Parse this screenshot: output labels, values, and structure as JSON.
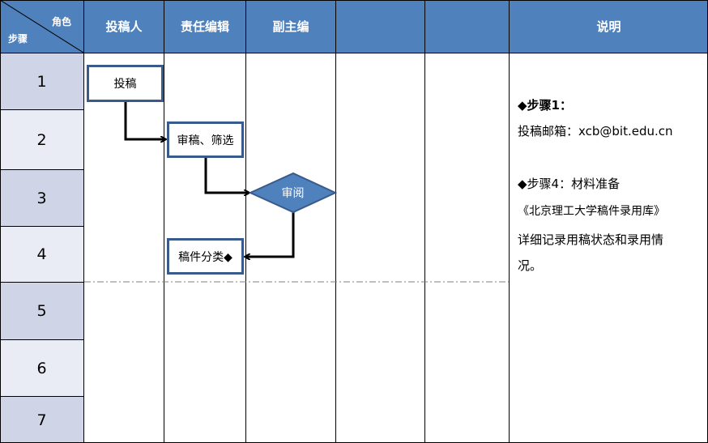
{
  "header": {
    "corner_role": "角色",
    "corner_step": "步骤",
    "columns": [
      "投稿人",
      "责任编辑",
      "副主编",
      "",
      "",
      "说明"
    ]
  },
  "steps": [
    "1",
    "2",
    "3",
    "4",
    "5",
    "6",
    "7"
  ],
  "flow": {
    "submit": "投稿",
    "review_filter": "审稿、筛选",
    "evaluate": "审阅",
    "classify": "稿件分类◆"
  },
  "notes": {
    "step1_title": "◆步骤1：",
    "step1_email": "投稿邮箱：xcb@bit.edu.cn",
    "step4_title": "◆步骤4：材料准备",
    "step4_line1": "《北京理工大学稿件录用库》",
    "step4_line2": "详细记录用稿状态和录用情",
    "step4_line3": "况。"
  },
  "colors": {
    "header_bg": "#4f81bd",
    "row_dark": "#cfd5e6",
    "row_light": "#e9ecf4",
    "box_border": "#395b8c",
    "diamond_fill": "#4f81bd"
  }
}
